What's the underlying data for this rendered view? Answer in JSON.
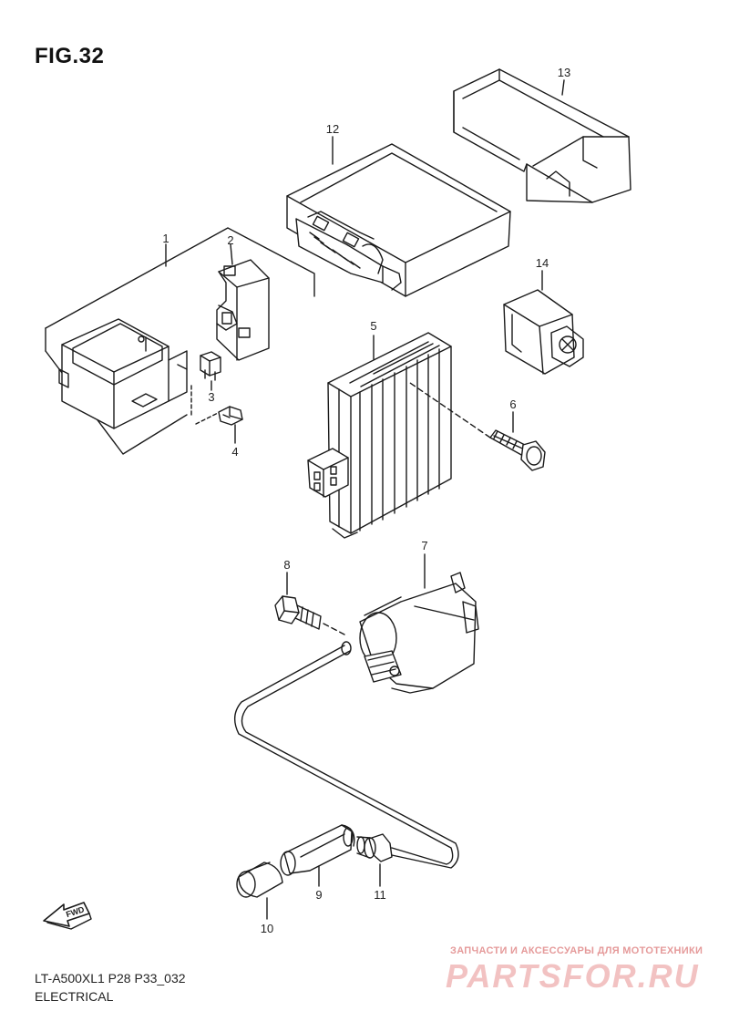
{
  "figure": {
    "title": "FIG.32"
  },
  "callouts": {
    "p1": "1",
    "p2": "2",
    "p3": "3",
    "p4": "4",
    "p5": "5",
    "p6": "6",
    "p7": "7",
    "p8": "8",
    "p9": "9",
    "p10": "10",
    "p11": "11",
    "p12": "12",
    "p13": "13",
    "p14": "14"
  },
  "fwd_label": "FWD",
  "footer": {
    "model_code": "LT-A500XL1 P28 P33_032",
    "section": "ELECTRICAL"
  },
  "watermark": {
    "tagline": "ЗАПЧАСТИ И АКСЕССУАРЫ ДЛЯ МОТОТЕХНИКИ",
    "brand": "PARTSFOR.RU"
  },
  "colors": {
    "line": "#1a1a1a",
    "watermark": "#e08080"
  }
}
